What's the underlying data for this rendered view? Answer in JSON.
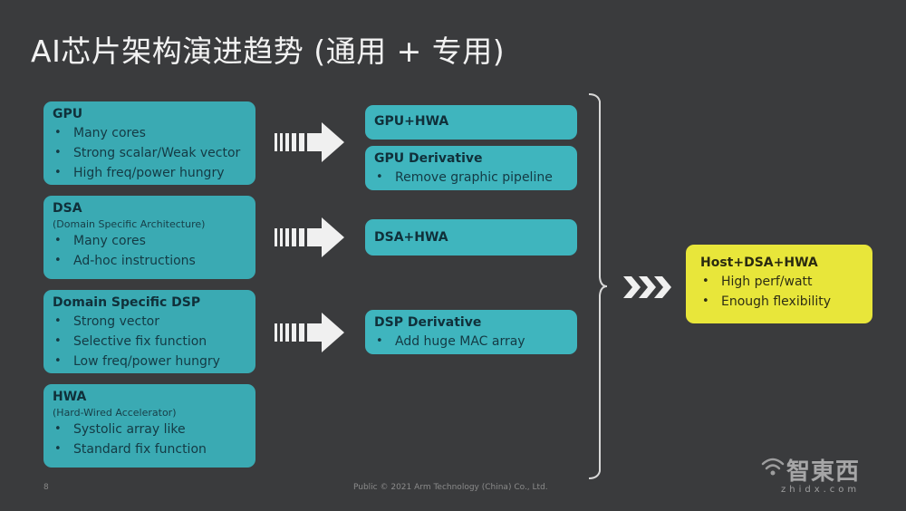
{
  "title": "AI芯片架构演进趋势 (通用 + 专用)",
  "left_boxes": [
    {
      "title": "GPU",
      "subtitle": "",
      "bullets": [
        "Many cores",
        "Strong scalar/Weak vector",
        "High freq/power hungry"
      ]
    },
    {
      "title": "DSA",
      "subtitle": "(Domain Specific Architecture)",
      "bullets": [
        "Many cores",
        "Ad-hoc instructions"
      ]
    },
    {
      "title": "Domain Specific DSP",
      "subtitle": "",
      "bullets": [
        "Strong vector",
        "Selective fix function",
        "Low freq/power hungry"
      ]
    },
    {
      "title": "HWA",
      "subtitle": "(Hard-Wired Accelerator)",
      "bullets": [
        "Systolic array like",
        "Standard fix function"
      ]
    }
  ],
  "mid_boxes": [
    {
      "title": "GPU+HWA",
      "bullets": []
    },
    {
      "title": "GPU Derivative",
      "bullets": [
        "Remove graphic pipeline"
      ]
    },
    {
      "title": "DSA+HWA",
      "bullets": []
    },
    {
      "title": "DSP Derivative",
      "bullets": [
        "Add huge MAC array"
      ]
    }
  ],
  "result": {
    "title": "Host+DSA+HWA",
    "bullets": [
      "High perf/watt",
      "Enough flexibility"
    ]
  },
  "footer": {
    "page": "8",
    "copyright": "Public © 2021 Arm Technology (China) Co., Ltd."
  },
  "watermark": {
    "brand": "智東西",
    "domain": "zhidx.com"
  },
  "colors": {
    "background": "#3a3b3d",
    "teal": "#3aaab3",
    "yellow": "#e8e63a",
    "arrow": "#f0f0f0"
  }
}
